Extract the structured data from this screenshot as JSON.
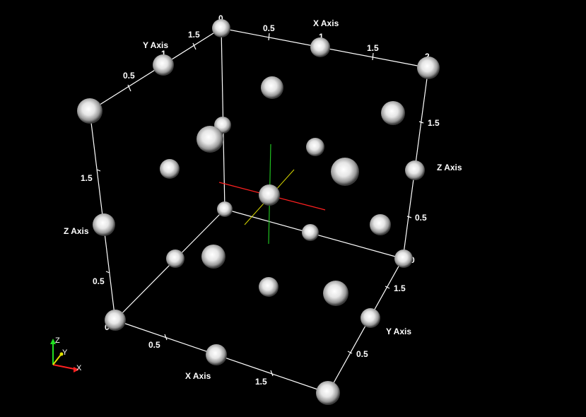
{
  "viewer": {
    "background_color": "#000000",
    "edge_color": "#ffffff",
    "atom_color": "#ffffff"
  },
  "axes_labels": {
    "x_bottom": "X Axis",
    "x_top": "X Axis",
    "y_left": "Y Axis",
    "y_right": "Y Axis",
    "z_left": "Z Axis",
    "z_right": "Z Axis"
  },
  "ticks": {
    "x_bottom_05": "0.5",
    "x_bottom_15": "1.5",
    "x_top_05": "0.5",
    "x_top_15": "1.5",
    "x_top_1": "1",
    "x_top_2": "2",
    "y_left_05": "0.5",
    "y_left_15": "1.5",
    "y_left_0": "0",
    "y_left_1": "1",
    "y_right_05": "0.5",
    "y_right_15": "1.5",
    "z_left_05": "0.5",
    "z_left_15": "1.5",
    "z_right_05": "0.5",
    "z_right_15": "1.5",
    "origin_0": "0",
    "z_right_0": "0"
  },
  "orientation_widget": {
    "x_label": "X",
    "y_label": "Y",
    "z_label": "Z",
    "x_color": "#ff2020",
    "y_color": "#e0e000",
    "z_color": "#20e020"
  },
  "center_axes": {
    "x_color": "#ff2020",
    "y_color": "#d8d800",
    "z_color": "#20c020"
  }
}
